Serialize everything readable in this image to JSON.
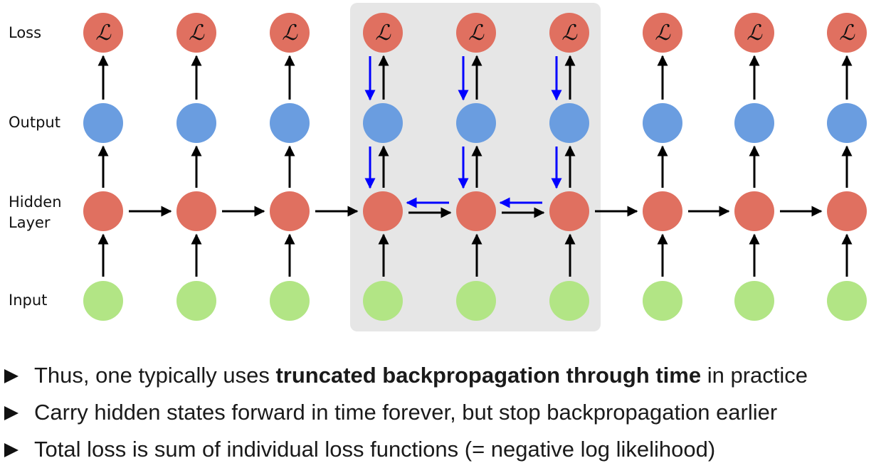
{
  "row_labels": {
    "loss": "Loss",
    "output": "Output",
    "hidden_line1": "Hidden",
    "hidden_line2": "Layer",
    "input": "Input"
  },
  "loss_symbol": "ℒ",
  "timesteps": 9,
  "truncated_window": {
    "first_step": 4,
    "last_step": 6
  },
  "colors": {
    "loss": "#e07060",
    "output": "#6a9de0",
    "hidden": "#e07060",
    "input": "#b2e585",
    "forward_arrow": "#000000",
    "backward_arrow": "#0000ff",
    "window_bg": "#e6e6e6"
  },
  "bullets": [
    {
      "before": "Thus, one typically uses ",
      "bold": "truncated backpropagation through time",
      "after": " in practice"
    },
    {
      "before": "Carry hidden states forward in time forever, but stop backpropagation earlier",
      "bold": "",
      "after": ""
    },
    {
      "before": "Total loss is sum of individual loss functions (= negative log likelihood)",
      "bold": "",
      "after": ""
    }
  ]
}
